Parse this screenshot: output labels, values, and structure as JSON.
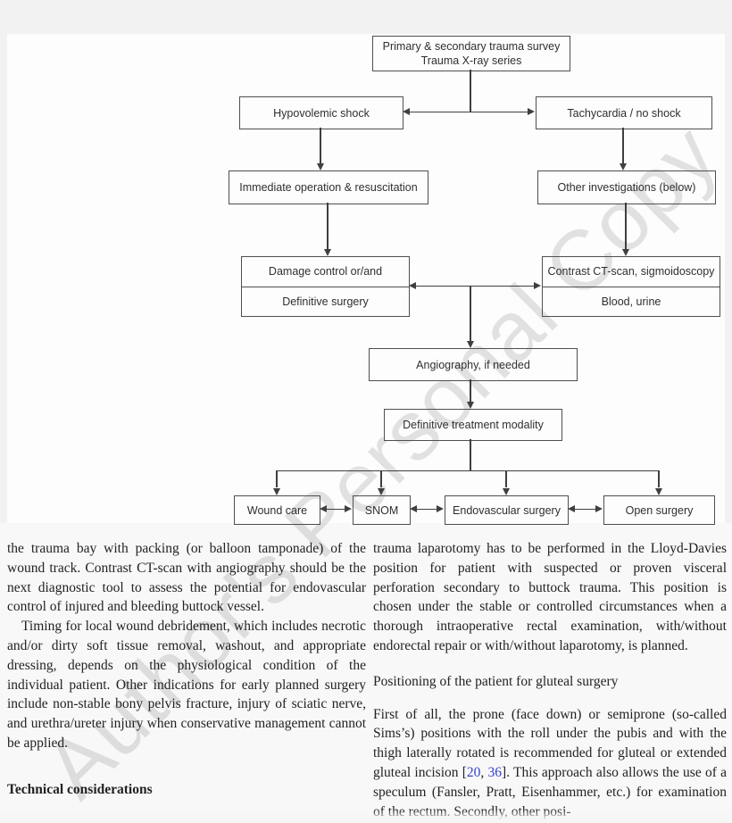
{
  "watermark": "Author's Personal Copy",
  "flowchart": {
    "survey_line1": "Primary & secondary trauma survey",
    "survey_line2": "Trauma X-ray series",
    "hypovolemic": "Hypovolemic shock",
    "tachycardia": "Tachycardia / no shock",
    "immediate_op": "Immediate operation & resuscitation",
    "other_inv": "Other investigations (below)",
    "damage_top": "Damage control or/and",
    "damage_bottom": "Definitive surgery",
    "contrast_top": "Contrast CT-scan, sigmoidoscopy",
    "contrast_bottom": "Blood, urine",
    "angiography": "Angiography, if needed",
    "def_treatment": "Definitive treatment modality",
    "wound_care": "Wound care",
    "snom": "SNOM",
    "endovascular": "Endovascular surgery",
    "open_surgery": "Open surgery"
  },
  "article": {
    "left": {
      "para1": "the trauma bay with packing (or balloon tamponade) of the wound track. Contrast CT-scan with angiography should be the next diagnostic tool to assess the potential for endovascular control of injured and bleeding buttock vessel.",
      "para2": "Timing for local wound debridement, which includes necrotic and/or dirty soft tissue removal, washout, and appropriate dressing, depends on the physiological condition of the individual patient. Other indications for early planned surgery include non-stable bony pelvis fracture, injury of sciatic nerve, and urethra/ureter injury when conservative management cannot be applied.",
      "heading": "Technical considerations"
    },
    "right": {
      "para1": "trauma laparotomy has to be performed in the Lloyd-Davies position for patient with suspected or proven visceral perforation secondary to buttock trauma. This position is chosen under the stable or controlled circumstances when a thorough intraoperative rectal examination, with/without endorectal repair or with/without laparotomy, is planned.",
      "subheading": "Positioning of the patient for gluteal surgery",
      "para2_pre": "First of all, the prone (face down) or semiprone (so-called Sims’s) positions with the roll under the pubis and with the thigh laterally rotated is recommended for gluteal or extended gluteal incision [",
      "cite1": "20",
      "cite_sep": ", ",
      "cite2": "36",
      "para2_post": "]. This approach also allows the use of a speculum (Fansler, Pratt, Eisenhammer, etc.) for examination of the rectum. Secondly, other posi-"
    }
  },
  "colors": {
    "citation_blue": "#3440cf"
  }
}
